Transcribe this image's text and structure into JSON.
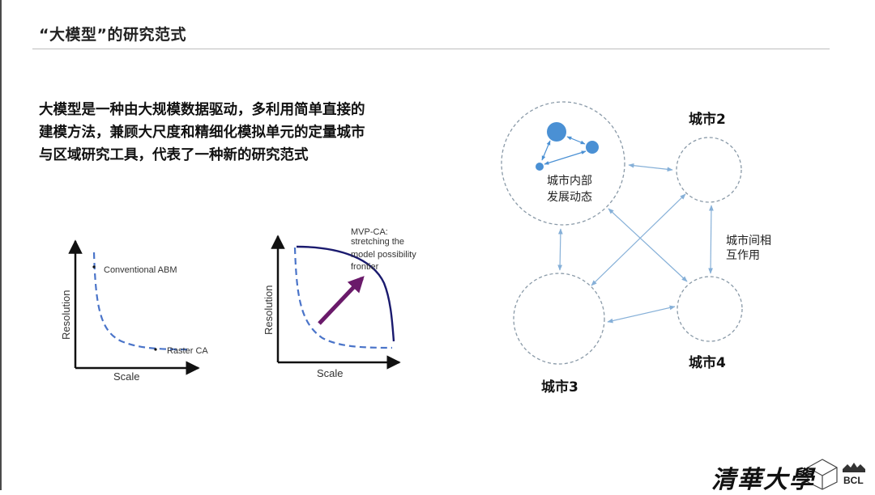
{
  "page": {
    "title": "“大模型”的研究范式"
  },
  "intro": {
    "lines": [
      "大模型是一种由大规模数据驱动，多利用简单直接的",
      "建模方法，兼顾大尺度和精细化模拟单元的定量城市",
      "与区域研究工具，代表了一种新的研究范式"
    ]
  },
  "fig_left": {
    "ylabel": "Resolution",
    "xlabel": "Scale",
    "labels": {
      "top": "Conventional ABM",
      "bottom": "Raster CA"
    }
  },
  "fig_right": {
    "ylabel": "Resolution",
    "xlabel": "Scale",
    "annotation": [
      "MVP-CA:",
      "stretching the",
      "model possibility",
      "frontier"
    ],
    "colors": {
      "frontier": "#1a1a6e",
      "arrow": "#6a1a6a",
      "dashed": "#4a74c9"
    }
  },
  "network": {
    "inner_label": [
      "城市内部",
      "发展动态"
    ],
    "city2": "城市2",
    "city3": "城市3",
    "city4": "城市4",
    "interaction": [
      "城市间相",
      "互作用"
    ],
    "colors": {
      "circle": "#8a9aa8",
      "arrow": "#86b0d8",
      "node": "#4a90d4"
    }
  },
  "footer": {
    "logo_text": "清華大學",
    "brand": "BCL"
  }
}
